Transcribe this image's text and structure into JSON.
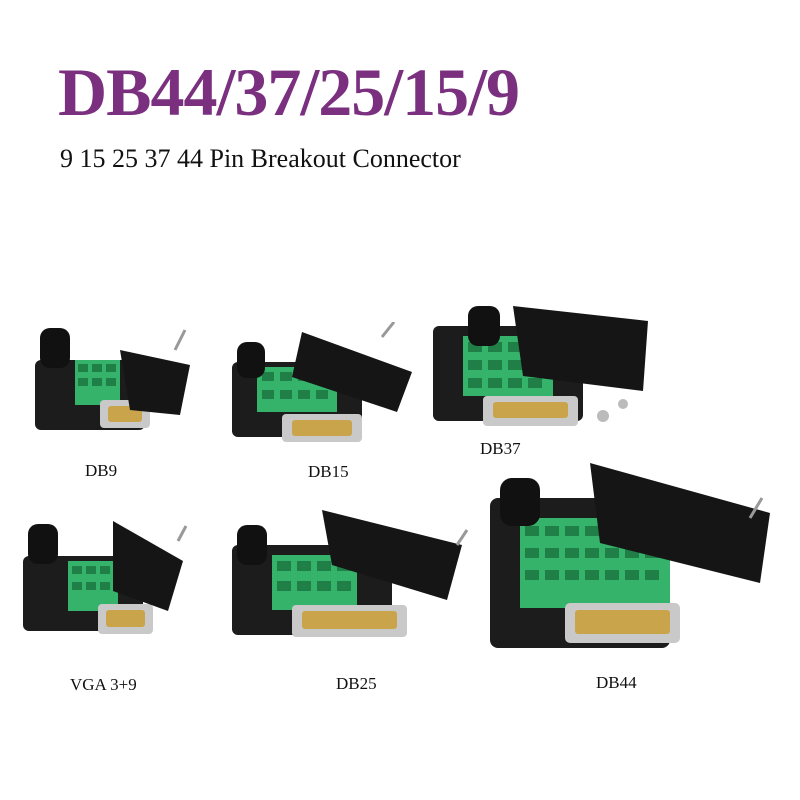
{
  "header": {
    "title": "DB44/37/25/15/9",
    "subtitle": "9 15 25 37 44 Pin Breakout Connector"
  },
  "colors": {
    "title": "#7a2f7f",
    "shell": "#1c1c1c",
    "terminal": "#35b36a",
    "connector_metal": "#c9c9c9",
    "pins": "#c9a44a"
  },
  "products": [
    {
      "label": "DB9"
    },
    {
      "label": "DB15"
    },
    {
      "label": "DB37"
    },
    {
      "label": "VGA 3+9"
    },
    {
      "label": "DB25"
    },
    {
      "label": "DB44"
    }
  ]
}
